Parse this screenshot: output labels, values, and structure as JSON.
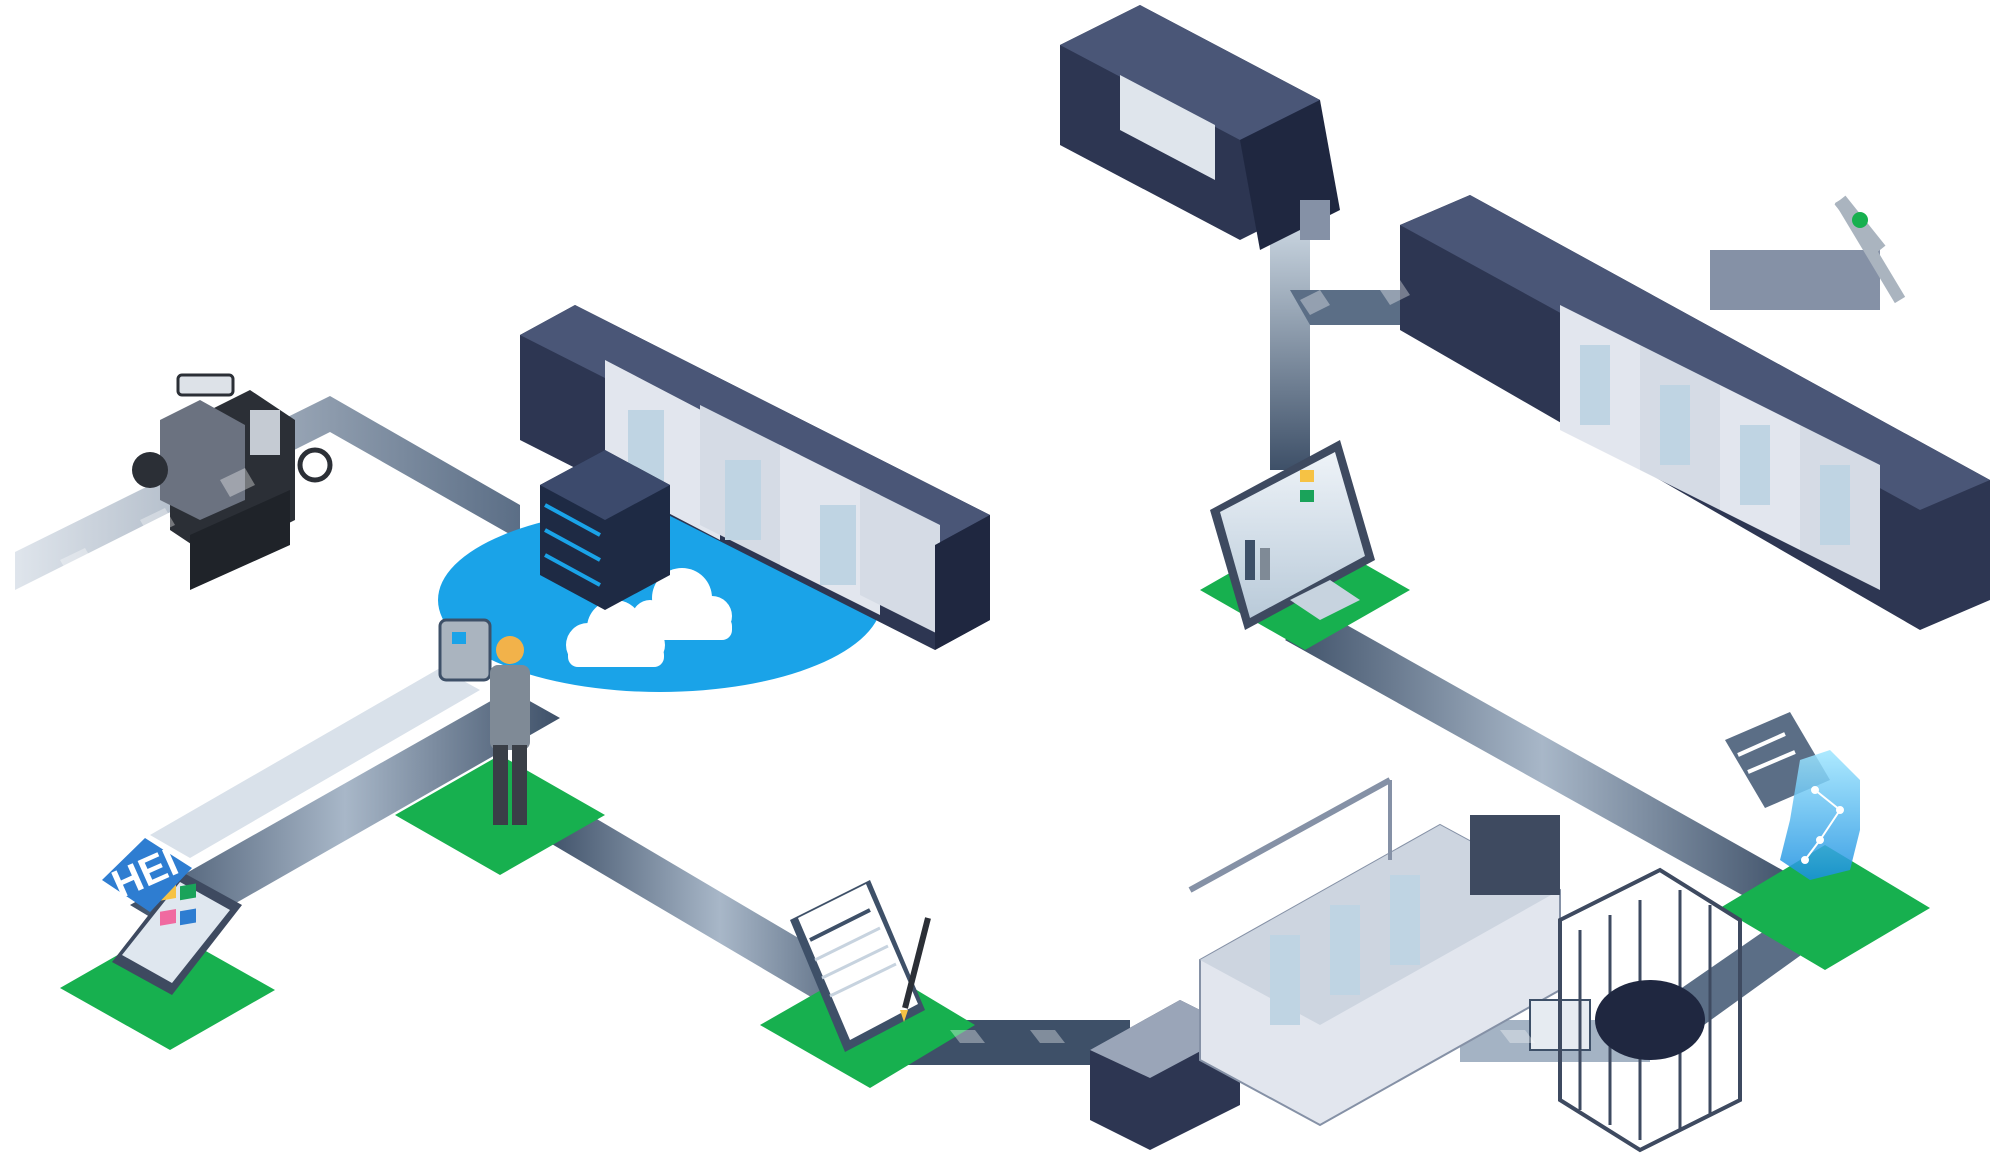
{
  "badge": {
    "text": "HEI",
    "color": "#2e7dd1"
  },
  "colors": {
    "platform_green": "#17b04f",
    "cloud_blue": "#1aa3e8",
    "path_dark": "#3e5068",
    "path_light": "#c7d3df",
    "machine_dark": "#2d3652",
    "machine_light": "#e2e6ee"
  },
  "stations": [
    {
      "name": "legacy-press-station"
    },
    {
      "name": "cloud-server-station"
    },
    {
      "name": "operator-station"
    },
    {
      "name": "mobile-app-station"
    },
    {
      "name": "contract-signing-station"
    },
    {
      "name": "press-line-station"
    },
    {
      "name": "robot-cell-station"
    },
    {
      "name": "ai-hand-station"
    },
    {
      "name": "monitor-dashboard-station"
    },
    {
      "name": "large-press-station"
    },
    {
      "name": "prepress-machine-station"
    }
  ]
}
